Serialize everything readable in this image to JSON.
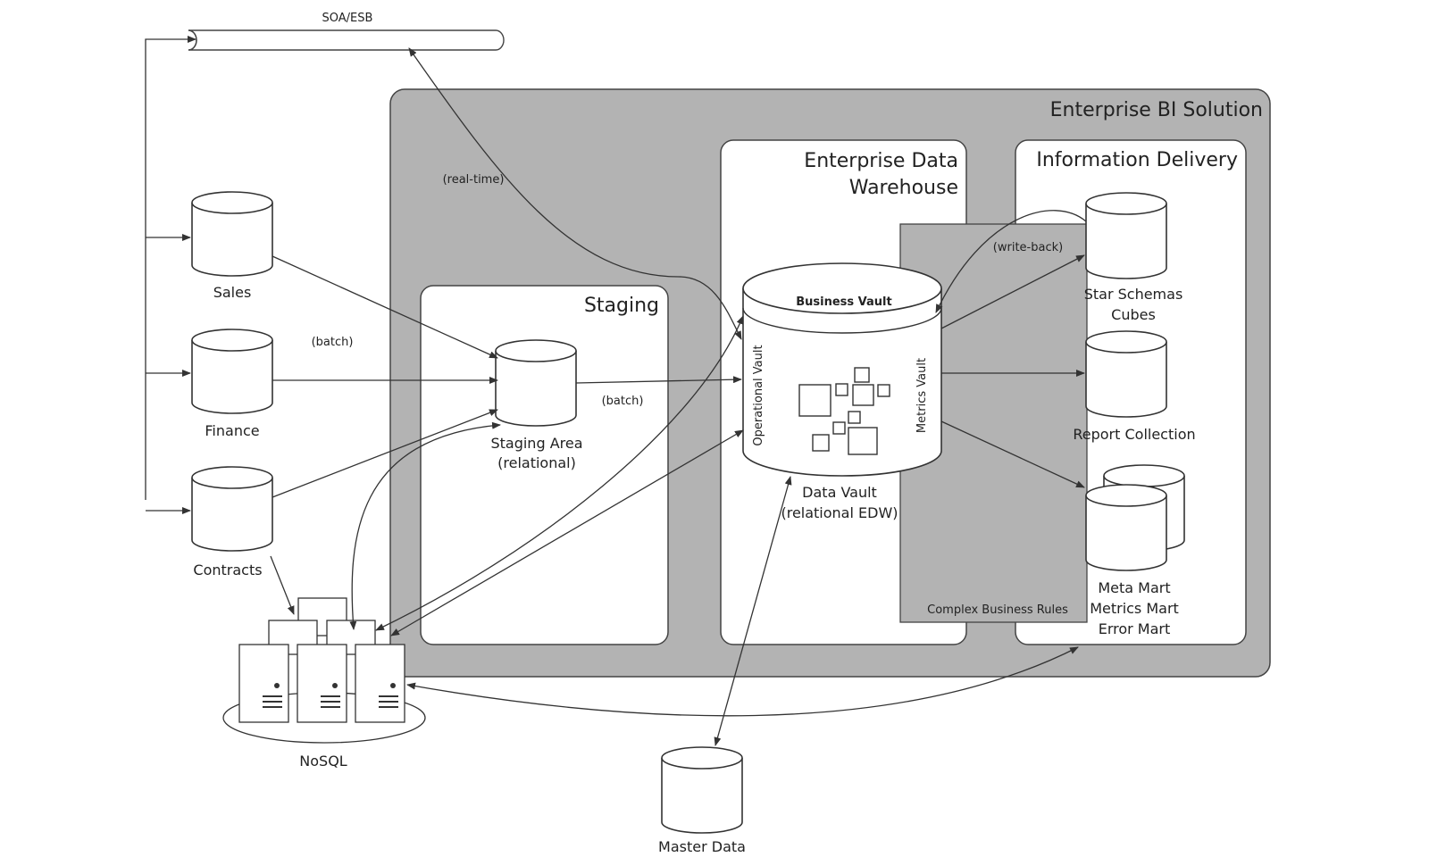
{
  "diagram": {
    "soa": "SOA/ESB",
    "enterprise_bi": "Enterprise BI Solution",
    "staging": {
      "title": "Staging",
      "area_line1": "Staging Area",
      "area_line2": "(relational)"
    },
    "edw": {
      "title_line1": "Enterprise Data",
      "title_line2": "Warehouse",
      "business_vault": "Business Vault",
      "operational_vault": "Operational Vault",
      "metrics_vault": "Metrics Vault",
      "data_vault_line1": "Data Vault",
      "data_vault_line2": "(relational EDW)"
    },
    "info_delivery": {
      "title": "Information Delivery",
      "star_line1": "Star Schemas",
      "star_line2": "Cubes",
      "report": "Report Collection",
      "marts_line1": "Meta Mart",
      "marts_line2": "Metrics Mart",
      "marts_line3": "Error Mart"
    },
    "complex_rules": "Complex Business Rules",
    "sources": {
      "sales": "Sales",
      "finance": "Finance",
      "contracts": "Contracts"
    },
    "nosql": "NoSQL",
    "master_data": "Master Data",
    "edge_labels": {
      "real_time": "(real-time)",
      "batch_left": "(batch)",
      "batch_right": "(batch)",
      "write_back": "(write-back)"
    }
  }
}
